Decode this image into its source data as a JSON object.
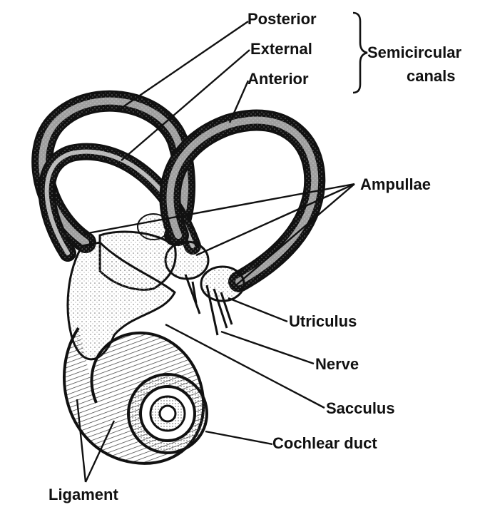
{
  "labels": {
    "posterior": "Posterior",
    "external": "External",
    "anterior": "Anterior",
    "semicircular_line1": "Semicircular",
    "semicircular_line2": "canals",
    "ampullae": "Ampullae",
    "utriculus": "Utriculus",
    "nerve": "Nerve",
    "sacculus": "Sacculus",
    "cochlear_duct": "Cochlear duct",
    "ligament": "Ligament"
  },
  "colors": {
    "ink": "#111111",
    "paper": "#ffffff",
    "stipple": "#777777"
  }
}
